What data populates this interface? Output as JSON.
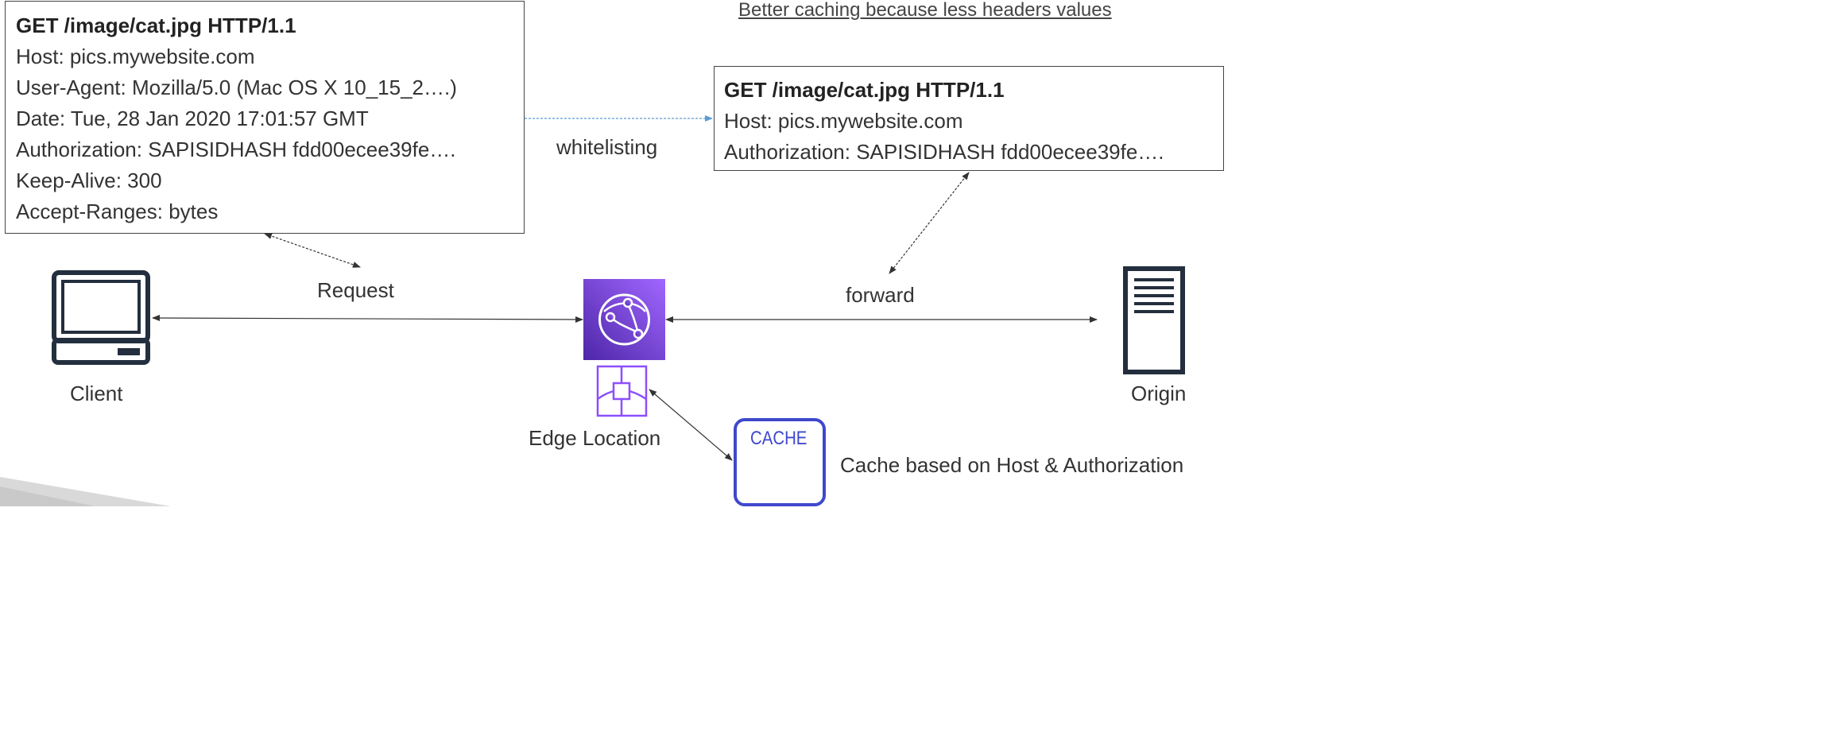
{
  "top_note": "Better caching because less headers values",
  "client_request": {
    "request_line": "GET /image/cat.jpg   HTTP/1.1",
    "headers": [
      "Host: pics.mywebsite.com",
      "User-Agent: Mozilla/5.0 (Mac OS X 10_15_2….)",
      "Date: Tue, 28 Jan 2020 17:01:57 GMT",
      "Authorization: SAPISIDHASH fdd00ecee39fe….",
      "Keep-Alive: 300",
      "Accept-Ranges: bytes"
    ]
  },
  "forwarded_request": {
    "request_line": "GET /image/cat.jpg   HTTP/1.1",
    "headers": [
      "Host: pics.mywebsite.com",
      "Authorization: SAPISIDHASH fdd00ecee39fe…."
    ]
  },
  "labels": {
    "whitelisting": "whitelisting",
    "request": "Request",
    "forward": "forward",
    "client": "Client",
    "edge_location": "Edge Location",
    "origin": "Origin",
    "cache_badge": "CACHE",
    "cache_note": "Cache based on Host & Authorization"
  },
  "colors": {
    "aws_purple": "#8C4FFF",
    "cache_blue": "#3F48CC",
    "dashed_arrow_blue": "#5B9BD5",
    "icon_dark": "#232F3E"
  },
  "icons": {
    "client": "computer-icon",
    "edge": "cloudfront-icon",
    "edge_cache": "edge-cache-icon",
    "origin": "server-icon"
  }
}
